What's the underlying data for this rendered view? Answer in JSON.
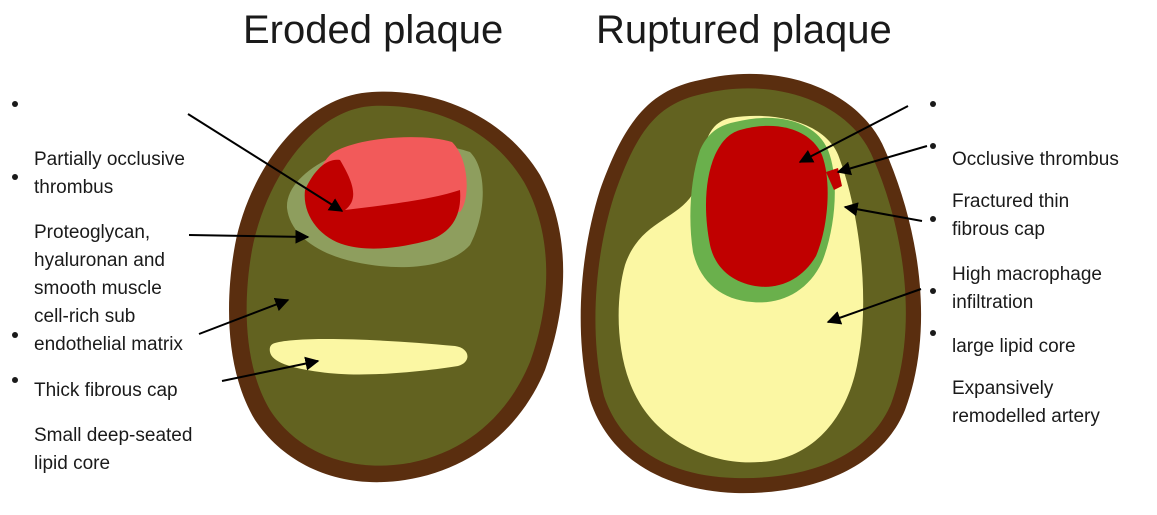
{
  "titles": {
    "eroded": "Eroded plaque",
    "ruptured": "Ruptured plaque"
  },
  "eroded_labels": [
    "Partially occlusive\nthrombus",
    "Proteoglycan,\nhyaluronan and\nsmooth muscle\ncell-rich sub\nendothelial matrix",
    "Thick fibrous cap",
    "Small deep-seated\nlipid core"
  ],
  "ruptured_labels": [
    "Occlusive thrombus",
    "Fractured thin\nfibrous cap",
    "High macrophage\ninfiltration",
    "large lipid core",
    "Expansively\nremodelled artery"
  ],
  "colors": {
    "vessel_wall": "#5a2e0f",
    "fibrous_tissue": "#626220",
    "matrix": "#8e9e5e",
    "thrombus_light": "#f25a5a",
    "thrombus_dark": "#c00000",
    "lipid_core": "#fbf7a3",
    "macrophage": "#6ab04c"
  }
}
